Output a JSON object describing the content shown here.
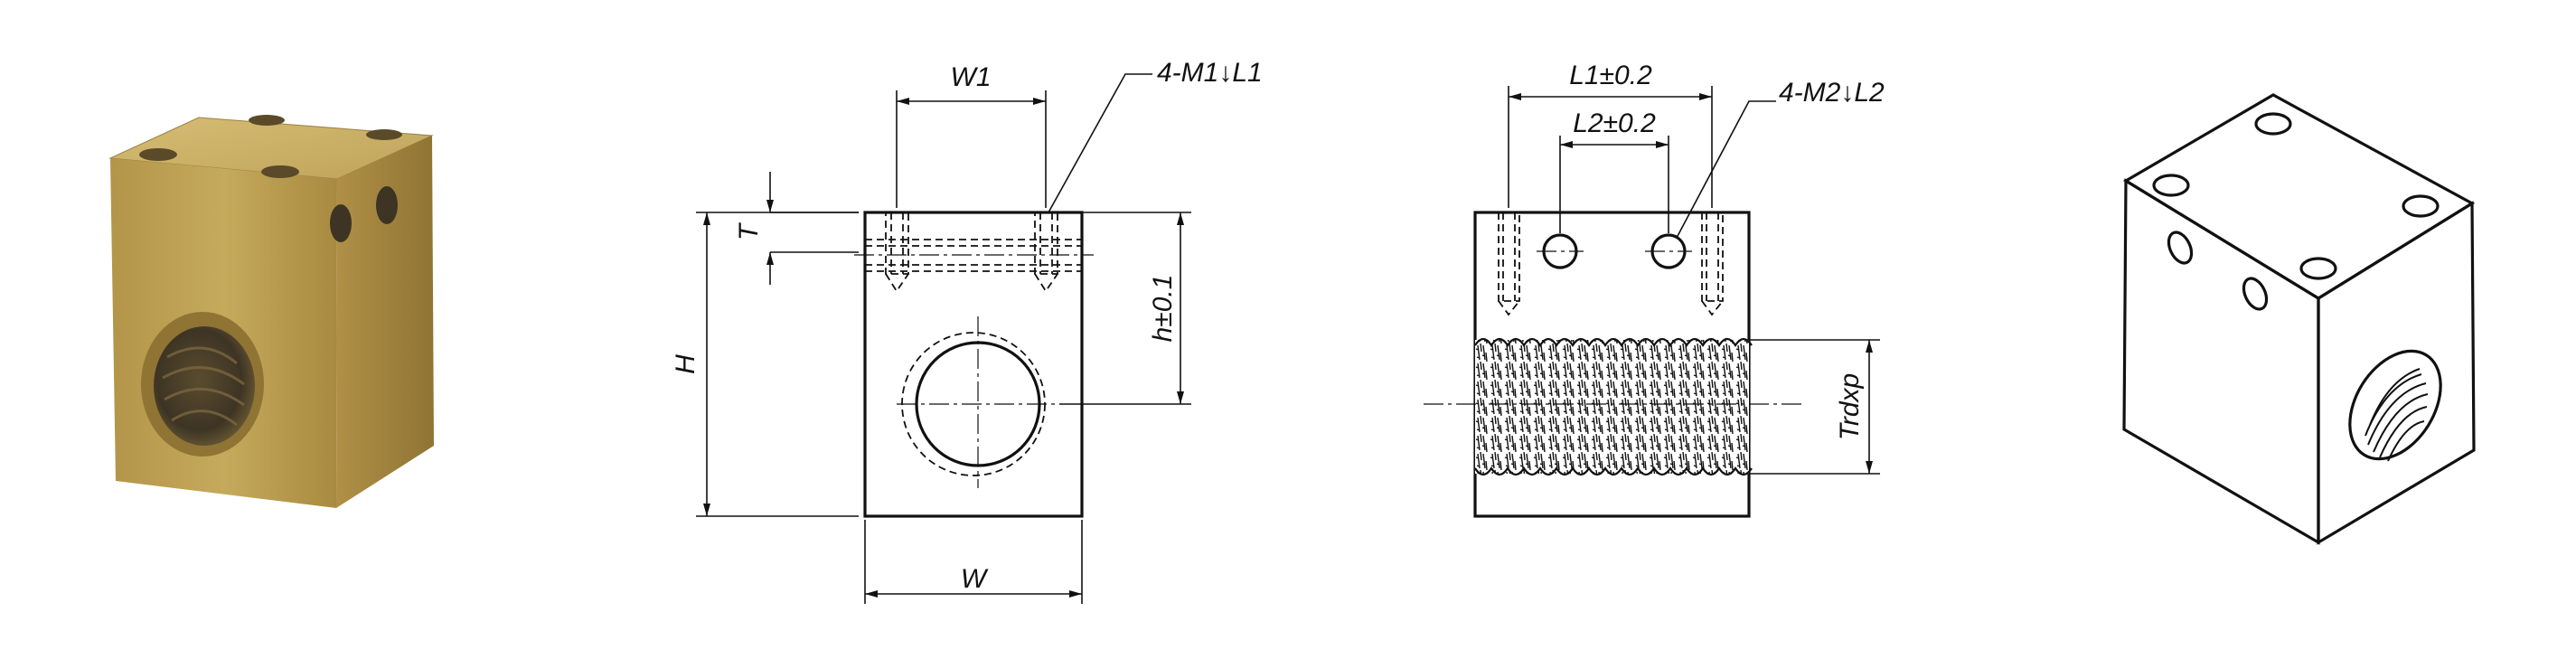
{
  "front_view": {
    "width_label": "W1",
    "thread_callout": "4-M1↓L1",
    "overall_width": "W",
    "overall_height": "H",
    "thread_depth": "T",
    "bore_height": "h±0.1"
  },
  "side_view": {
    "spacing_1": "L1±0.2",
    "spacing_2": "L2±0.2",
    "thread_callout": "4-M2↓L2",
    "lead_screw": "Trdxp"
  },
  "colors": {
    "line": "#111111",
    "brass_light": "#c9ad62",
    "brass_mid": "#a88a40",
    "brass_dark": "#7d6529",
    "thread_dark": "#3d3424"
  }
}
